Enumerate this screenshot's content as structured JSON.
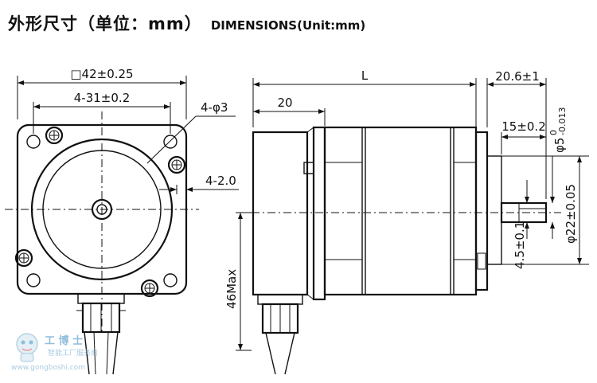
{
  "title": {
    "chinese": "外形尺寸（单位：mm）",
    "english": "DIMENSIONS(Unit:mm)"
  },
  "front_view": {
    "frame_size": "□42±0.25",
    "hole_spacing": "4-31±0.2",
    "hole_diameter": "4-φ3",
    "hole_depth": "4-2.0"
  },
  "side_view": {
    "length": "L",
    "flange_offset": "20",
    "shaft_length": "20.6±1",
    "flat_length": "15±0.2",
    "shaft_diameter": "φ5",
    "shaft_tol_upper": "0",
    "shaft_tol_lower": "-0.013",
    "pilot_diameter": "φ22±0.05",
    "flat_depth": "4.5±0.1",
    "height_max": "46Max"
  },
  "watermark": {
    "logo": "工 博 士",
    "sub": "智能工厂服务商",
    "url": "www.gongboshi.com"
  }
}
